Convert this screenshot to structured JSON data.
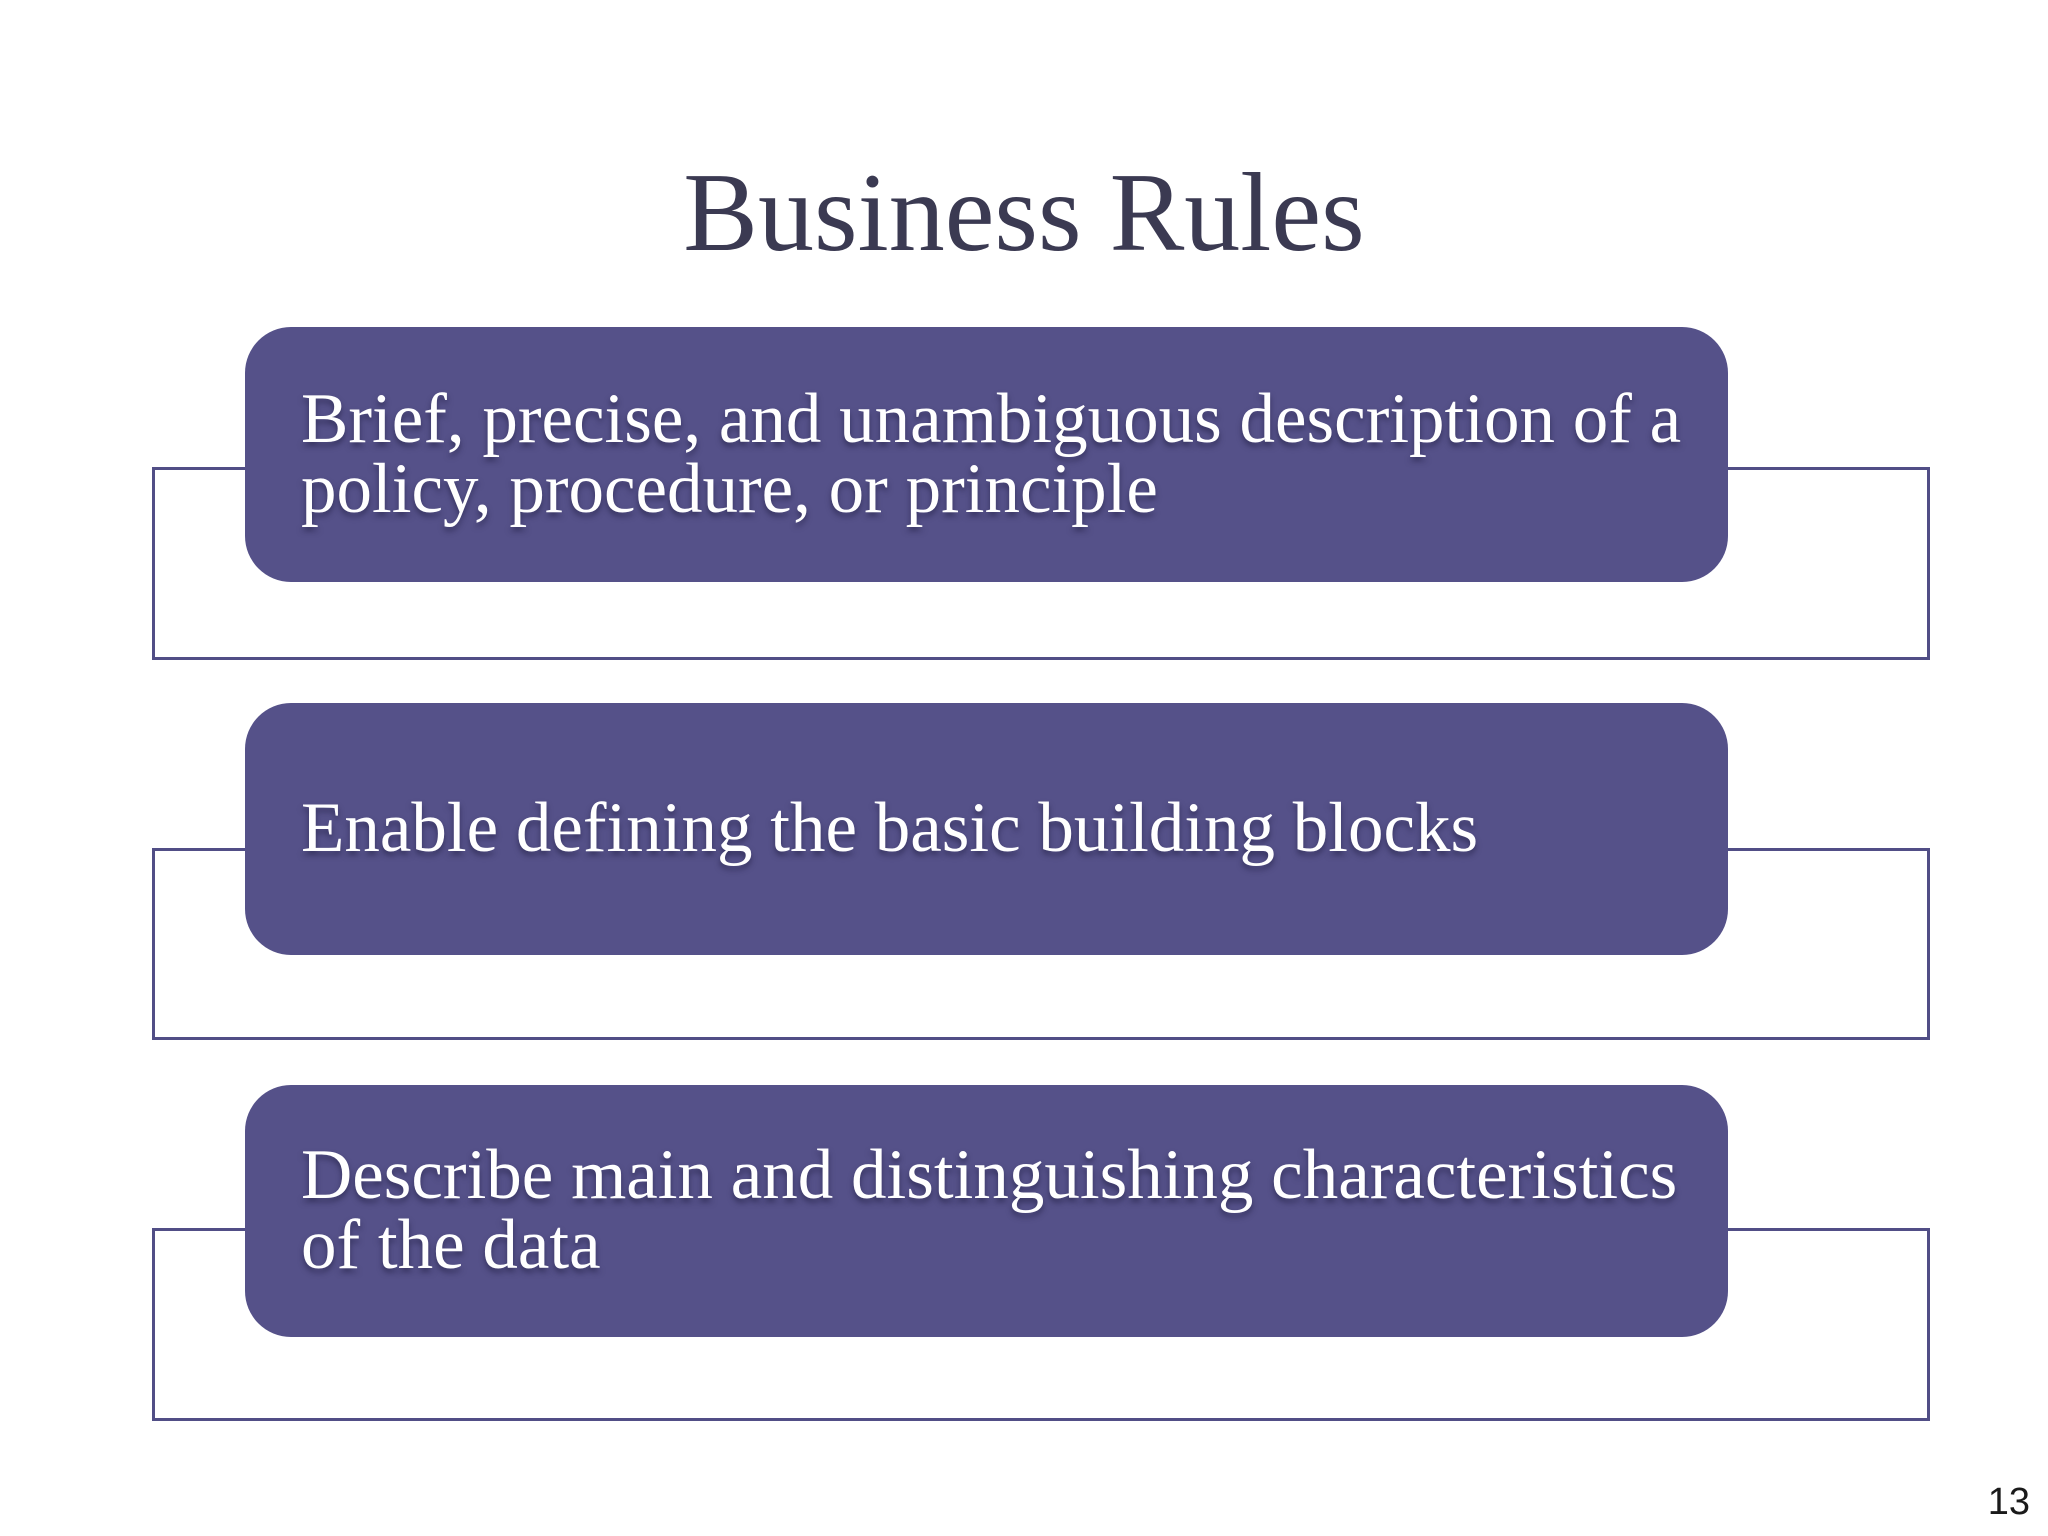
{
  "slide": {
    "title": "Business Rules",
    "page_number": "13",
    "items": [
      {
        "text": "Brief, precise, and unambiguous description of a policy, procedure, or principle",
        "lines": [
          "Brief, precise, and unambiguous description of a",
          "policy, procedure, or principle"
        ]
      },
      {
        "text": "Enable defining the basic building blocks",
        "lines": [
          "Enable defining the basic building blocks"
        ]
      },
      {
        "text": "Describe main and distinguishing characteristics of the data",
        "lines": [
          "Describe main and distinguishing characteristics",
          "of the data"
        ]
      }
    ],
    "colors": {
      "background": "#ffffff",
      "box_fill": "#555189",
      "box_text": "#ffffff",
      "outline_border": "#514e86",
      "title_text": "#3b3a52",
      "page_text": "#1a1a1a"
    }
  }
}
